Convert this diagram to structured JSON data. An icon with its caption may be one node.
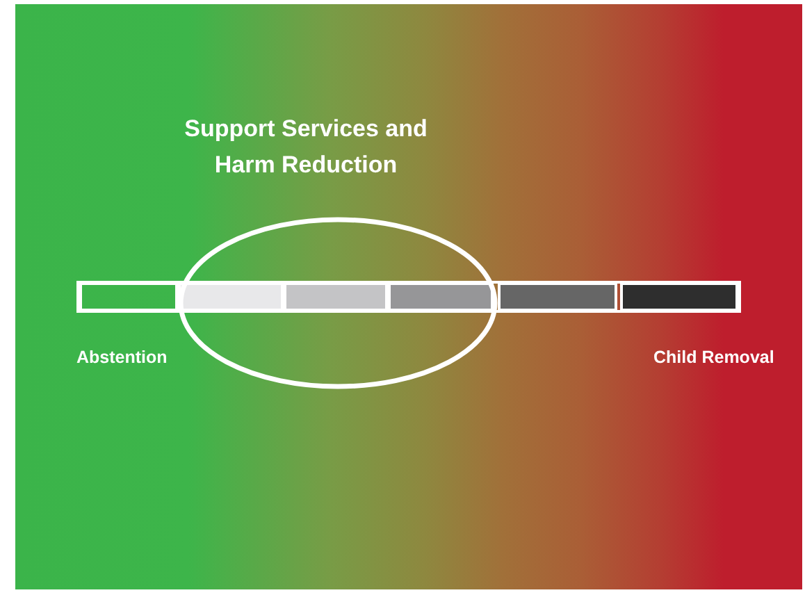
{
  "diagram": {
    "nodes": [
      {
        "text": [
          "Support Services and Harm Reduction"
        ]
      }
    ],
    "labels": [
      "Abstention",
      "Child Removal"
    ]
  }
}
